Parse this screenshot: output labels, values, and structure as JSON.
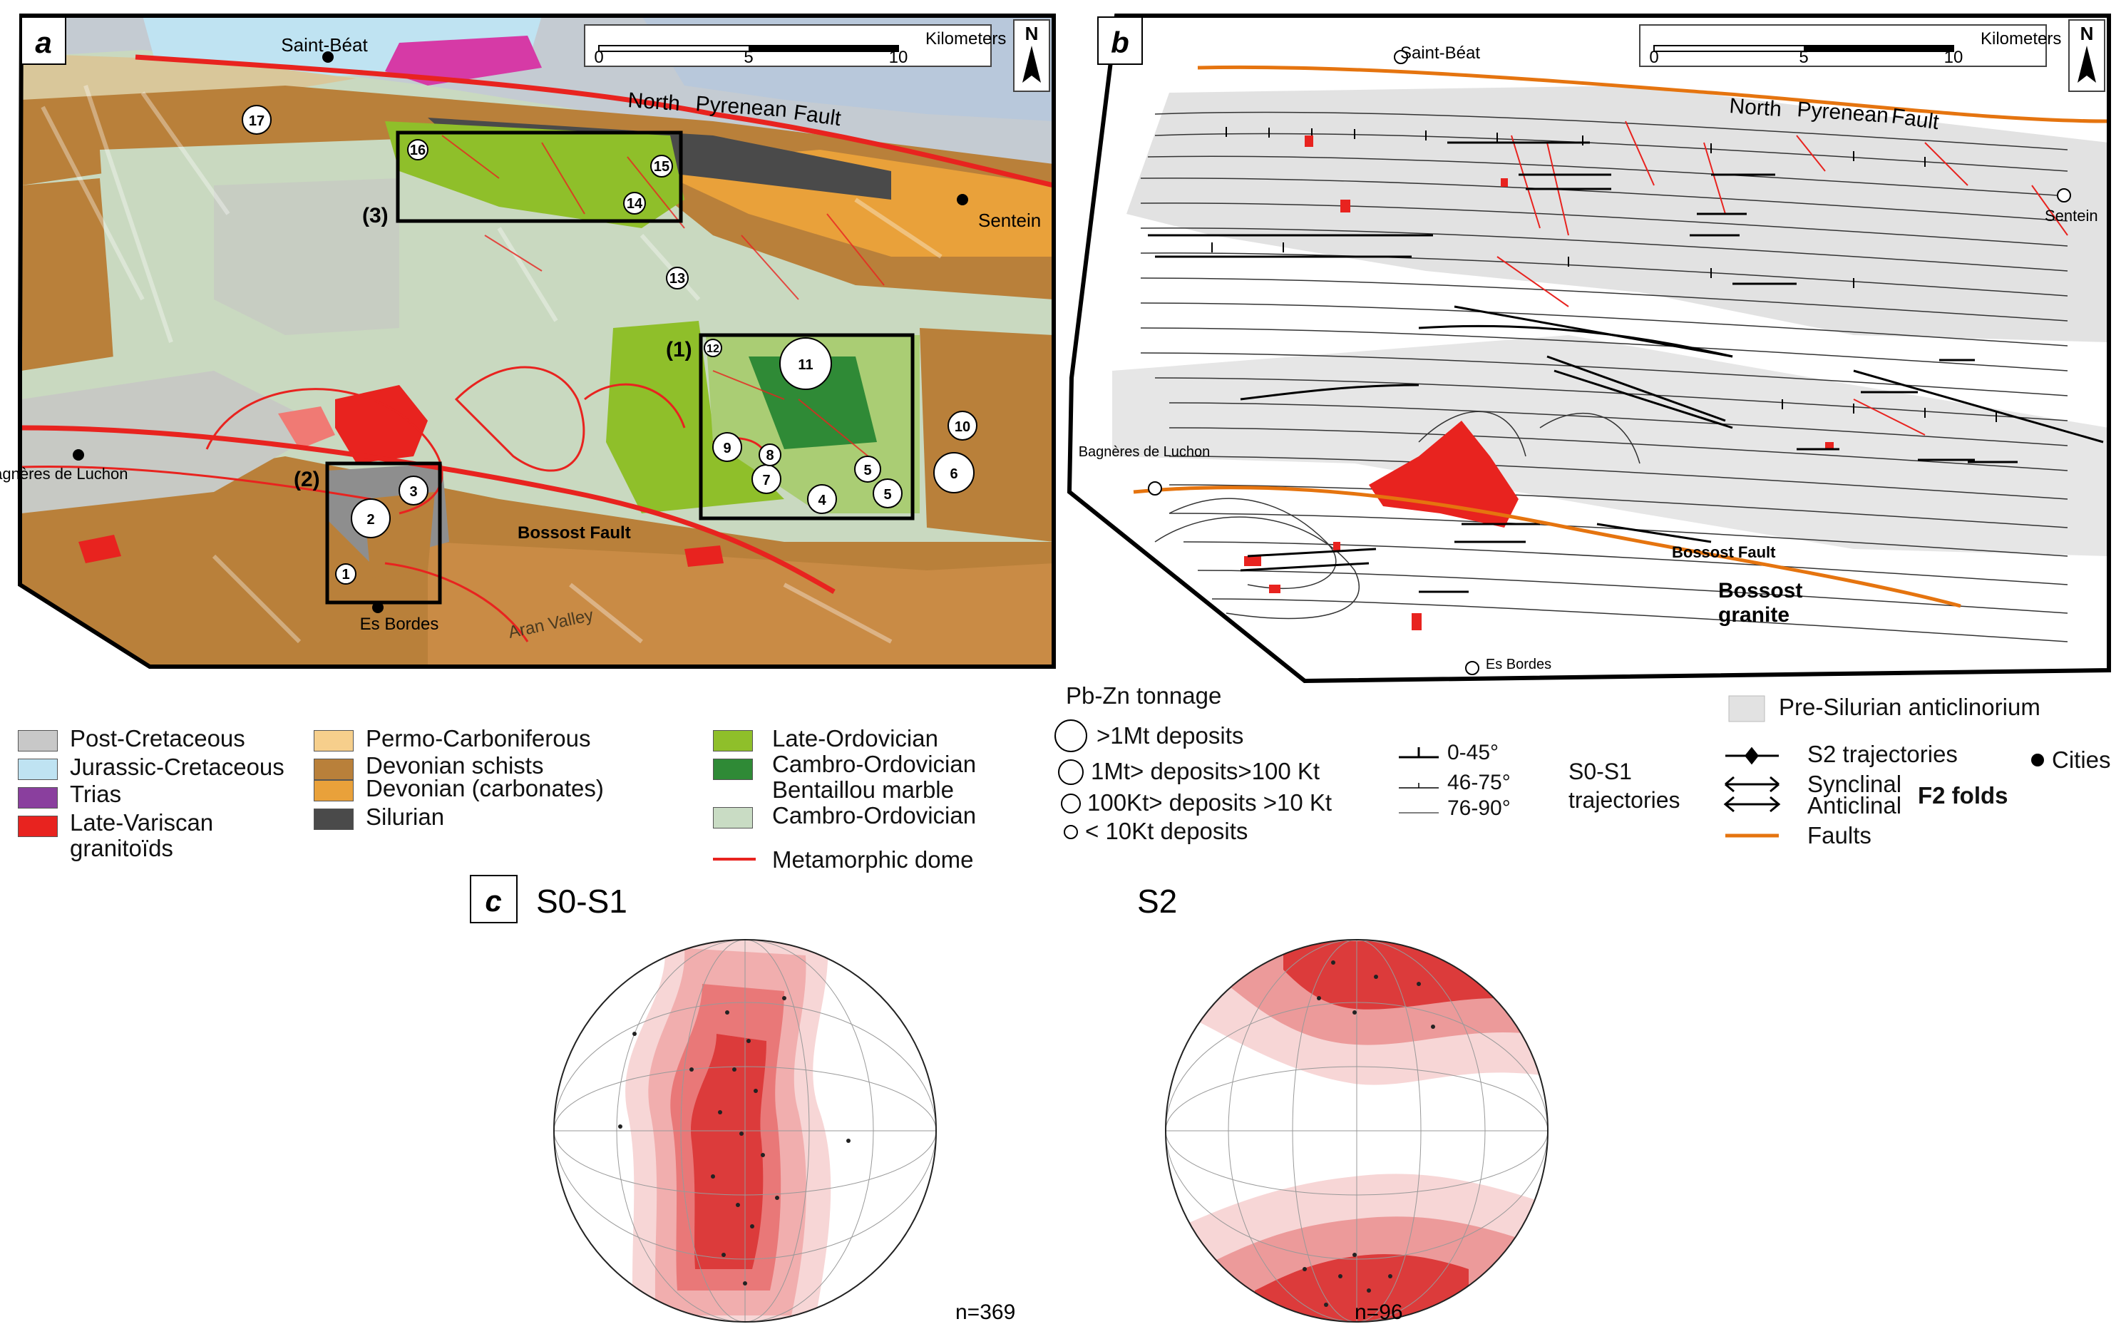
{
  "panel_a": {
    "letter": "a",
    "scale_label": "Kilometers",
    "scale_ticks": [
      "0",
      "5",
      "10"
    ],
    "north": "N",
    "cities": [
      "Saint-Béat",
      "Sentein",
      "Bagnères de Luchon",
      "Es Bordes"
    ],
    "place_labels": {
      "aran": "Aran Valley"
    },
    "fault_labels": {
      "npf_1": "North",
      "npf_2": "Pyrenean",
      "npf_3": "Fault",
      "bossost": "Bossost Fault"
    },
    "boxes": [
      "(1)",
      "(2)",
      "(3)"
    ],
    "deposits": [
      "1",
      "2",
      "3",
      "4",
      "5",
      "5",
      "6",
      "7",
      "8",
      "9",
      "10",
      "11",
      "12",
      "13",
      "14",
      "15",
      "16",
      "17"
    ]
  },
  "panel_b": {
    "letter": "b",
    "scale_label": "Kilometers",
    "scale_ticks": [
      "0",
      "5",
      "10"
    ],
    "north": "N",
    "cities": [
      "Saint-Béat",
      "Sentein",
      "Bagnères de Luchon",
      "Es Bordes"
    ],
    "fault_labels": {
      "npf_1": "North",
      "npf_2": "Pyrenean",
      "npf_3": "Fault",
      "bossost": "Bossost Fault"
    },
    "granite_label": [
      "Bossost",
      "granite"
    ]
  },
  "legend_a": [
    {
      "label": "Post-Cretaceous",
      "color": "#c8c8c8"
    },
    {
      "label": "Jurassic-Cretaceous",
      "color": "#bfe3f2"
    },
    {
      "label": "Trias",
      "color": "#8a3f9e"
    },
    {
      "label": "Late-Variscan",
      "color": "#e8231f"
    },
    {
      "label": "granitoïds",
      "color": ""
    },
    {
      "label": "Permo-Carboniferous",
      "color": "#f6cf8c"
    },
    {
      "label": "Devonian schists",
      "color": "#b9803a"
    },
    {
      "label": "Devonian (carbonates)",
      "color": "#e9a13a"
    },
    {
      "label": "Silurian",
      "color": "#4a4a4a"
    },
    {
      "label": "Late-Ordovician",
      "color": "#8fbf2a"
    },
    {
      "label": "Cambro-Ordovician",
      "color": "#2f8a36"
    },
    {
      "label": "Bentaillou marble",
      "color": ""
    },
    {
      "label": "Cambro-Ordovician",
      "color": "#c9dcc4"
    },
    {
      "label": "Metamorphic dome",
      "color": "#e8231f"
    }
  ],
  "legend_b": {
    "tonnage_title": "Pb-Zn tonnage",
    "tonnage": [
      ">1Mt deposits",
      "1Mt> deposits>100 Kt",
      "100Kt> deposits >10 Kt",
      "< 10Kt deposits"
    ],
    "dips": [
      "0-45°",
      "46-75°",
      "76-90°"
    ],
    "s0s1": [
      "S0-S1",
      "trajectories"
    ],
    "anticlinorium": "Pre-Silurian anticlinorium",
    "s2": "S2 trajectories",
    "synclinal": "Synclinal",
    "anticlinal": "Anticlinal",
    "f2": "F2 folds",
    "faults": "Faults",
    "cities": "Cities"
  },
  "panel_c": {
    "letter": "c",
    "nets": [
      {
        "title": "S0-S1",
        "n": "n=369"
      },
      {
        "title": "S2",
        "n": "n=96"
      }
    ]
  }
}
